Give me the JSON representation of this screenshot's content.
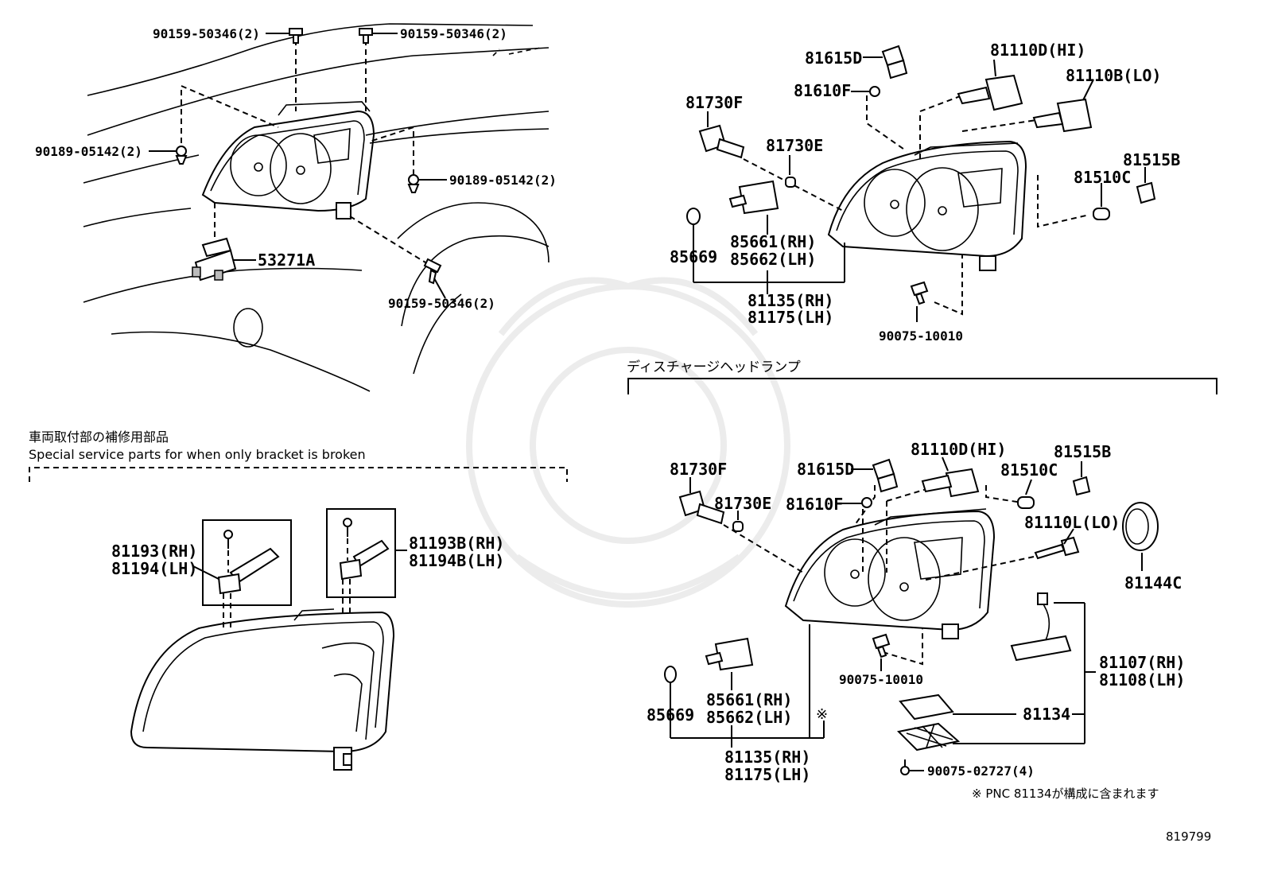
{
  "sections": {
    "discharge_title": "ディスチャージヘッドランプ",
    "bracket_title_jp": "車両取付部の補修用部品",
    "bracket_title_en": "Special service parts for when only bracket is broken",
    "note": "※ PNC 81134が構成に含まれます",
    "note_marker": "※",
    "diagram_number": "819799"
  },
  "top_left_labels": {
    "bolt_a": "90159-50346(2)",
    "bolt_b": "90159-50346(2)",
    "clip_a": "90189-05142(2)",
    "clip_b": "90189-05142(2)",
    "bracket": "53271A",
    "bolt_c": "90159-50346(2)"
  },
  "top_right_labels": {
    "socket_d": "81615D",
    "bulb_hi": "81110D(HI)",
    "bulb_lo": "81110B(LO)",
    "gasket_f": "81610F",
    "socket_f": "81730F",
    "bulb_e": "81730E",
    "socket_b": "81515B",
    "bulb_c": "81510C",
    "seal": "85669",
    "unit_rh": "85661(RH)",
    "unit_lh": "85662(LH)",
    "assy_rh": "81135(RH)",
    "assy_lh": "81175(LH)",
    "screw": "90075-10010"
  },
  "bottom_left_labels": {
    "bracket_rh": "81193(RH)",
    "bracket_lh": "81194(LH)",
    "bracket_b_rh": "81193B(RH)",
    "bracket_b_lh": "81194B(LH)"
  },
  "bottom_right_labels": {
    "socket_f": "81730F",
    "socket_d": "81615D",
    "bulb_hi": "81110D(HI)",
    "bulb_c": "81510C",
    "socket_b": "81515B",
    "bulb_e": "81730E",
    "gasket_f": "81610F",
    "bulb_lo": "81110L(LO)",
    "cover": "81144C",
    "screw": "90075-10010",
    "ballast_rh": "81107(RH)",
    "ballast_lh": "81108(LH)",
    "seal": "85669",
    "unit_rh": "85661(RH)",
    "unit_lh": "85662(LH)",
    "gasket": "81134",
    "assy_rh": "81135(RH)",
    "assy_lh": "81175(LH)",
    "screw_b": "90075-02727(4)"
  }
}
